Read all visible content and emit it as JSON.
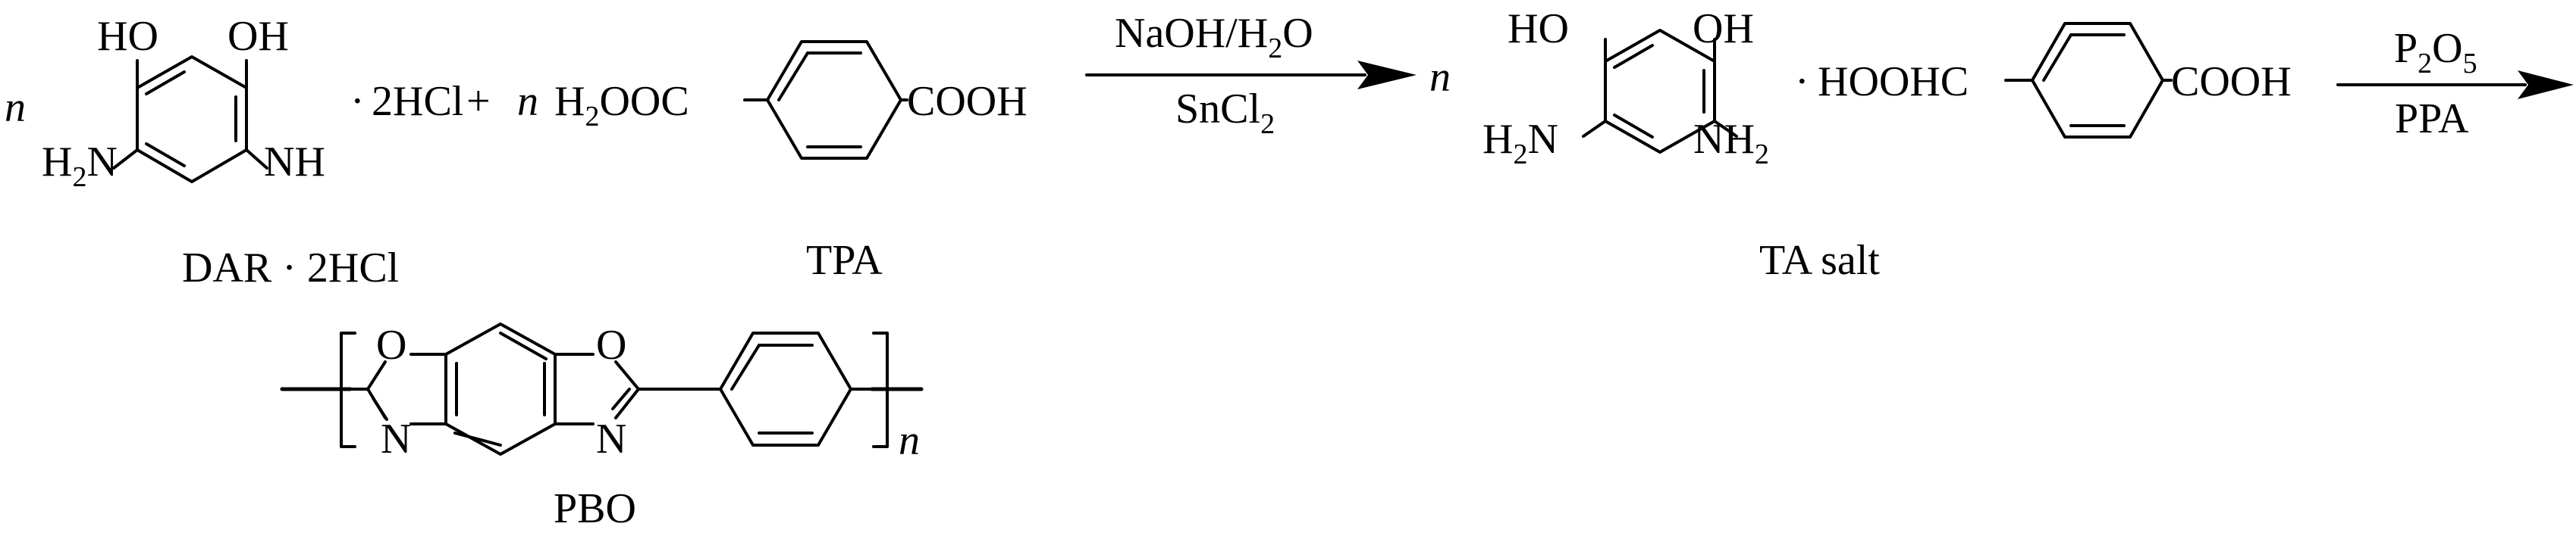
{
  "scheme": {
    "multiplier": "n",
    "dot": "·",
    "plus": "+",
    "dar": {
      "oh_top_left": "HO",
      "oh_top_right": "OH",
      "amine_left_main": "H",
      "amine_left_sub": "2",
      "amine_left_tail": "N",
      "amine_right": "NH",
      "salt": "2HCl",
      "caption": "DAR · 2HCl"
    },
    "tpa": {
      "left_group_main": "H",
      "left_group_sub": "2",
      "left_group_tail": "OOC",
      "right_group": "COOH",
      "caption": "TPA"
    },
    "step1": {
      "above_main": "NaOH/H",
      "above_sub": "2",
      "above_tail": "O",
      "below_main": "SnCl",
      "below_sub": "2"
    },
    "ta_salt": {
      "oh_top_left": "HO",
      "oh_top_right": "OH",
      "amine_left_main": "H",
      "amine_left_sub": "2",
      "amine_left_tail": "N",
      "amine_right_main": "NH",
      "amine_right_sub": "2",
      "acid_left": "HOOHC",
      "acid_right": "COOH",
      "caption": "TA salt"
    },
    "step2": {
      "above_main": "P",
      "above_sub1": "2",
      "above_mid": "O",
      "above_sub2": "5",
      "below": "PPA"
    },
    "pbo": {
      "o_left": "O",
      "o_right": "O",
      "n_left": "N",
      "n_right": "N",
      "repeat": "n",
      "caption": "PBO"
    }
  }
}
